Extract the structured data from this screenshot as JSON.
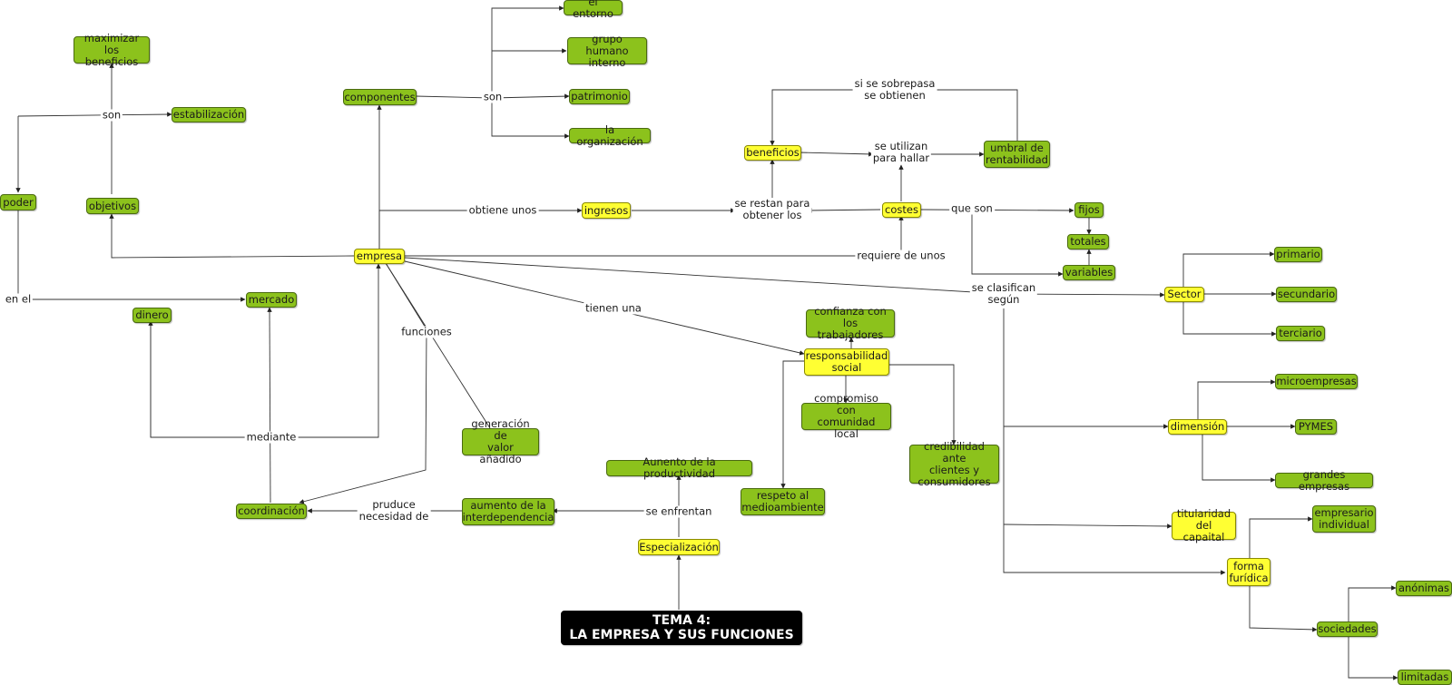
{
  "title": {
    "line1": "TEMA 4:",
    "line2": "LA EMPRESA Y SUS FUNCIONES"
  },
  "nodes": {
    "empresa": "empresa",
    "componentes": "componentes",
    "el_entorno": "el entorno",
    "grupo_humano": "grupo humano\ninterno",
    "patrimonio": "patrimonio",
    "la_organizacion": "la organización",
    "maximizar": "maximizar los\nbeneficios",
    "estabilizacion": "estabilización",
    "poder": "poder",
    "objetivos": "objetivos",
    "mercado": "mercado",
    "dinero": "dinero",
    "coordinacion": "coordinación",
    "generacion": "generación de\nvalor añadido",
    "aumento_interdep": "aumento de la\ninterdependencia",
    "aunento_prod": "Aunento de la productividad",
    "especializacion": "Especialización",
    "ingresos": "ingresos",
    "beneficios": "beneficios",
    "umbral": "umbral de\nrentabilidad",
    "costes": "costes",
    "fijos": "fijos",
    "totales": "totales",
    "variables": "variables",
    "responsabilidad": "responsabilidad\nsocial",
    "confianza": "confianza con\nlos trabajadores",
    "compromiso": "compromiso con\ncomunidad local",
    "credibilidad": "credibilidad ante\nclientes y\nconsumidores",
    "respeto": "respeto al\nmedioambiente",
    "sector": "Sector",
    "primario": "primario",
    "secundario": "secundario",
    "terciario": "terciario",
    "dimension": "dimensión",
    "microempresas": "microempresas",
    "pymes": "PYMES",
    "grandes": "grandes empresas",
    "titularidad": "titularidad\ndel capaital",
    "forma": "forma\nfurídica",
    "empresario": "empresario\nindividual",
    "sociedades": "sociedades",
    "anonimas": "anónimas",
    "limitadas": "limitadas"
  },
  "labels": {
    "son_comp": "son",
    "son_obj": "son",
    "en_el": "en el",
    "mediante": "mediante",
    "funciones": "funciones",
    "tienen_una": "tienen una",
    "obtiene_unos": "obtiene unos",
    "se_restan": "se restan para\nobtener los",
    "se_utilizan": "se utilizan\npara hallar",
    "si_sobrepasa": "si se sobrepasa\nse obtienen",
    "que_son": "que son",
    "requiere": "requiere de unos",
    "se_clasifican": "se clasifican\nsegún",
    "pruduce": "pruduce\nnecesidad de",
    "se_enfrentan": "se enfrentan"
  },
  "colors": {
    "concept_green": "#8cc21c",
    "concept_yellow": "#ffff33",
    "title_bg": "#000000",
    "line": "#333333"
  }
}
